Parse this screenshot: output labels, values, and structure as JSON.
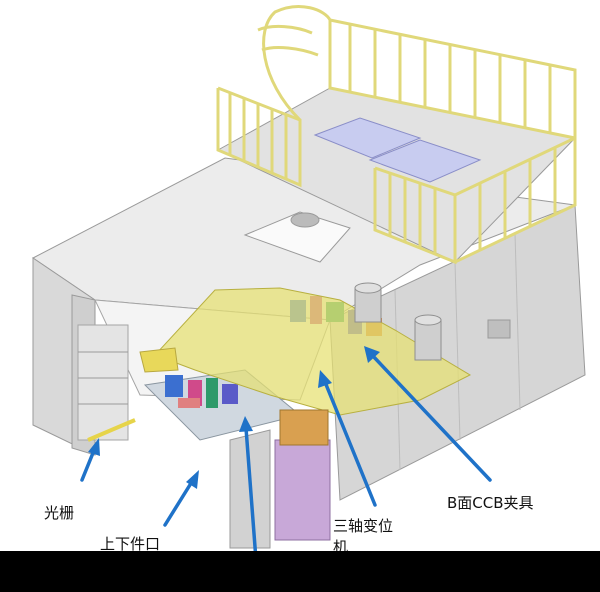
{
  "labels": {
    "grating": "光栅",
    "loading_port": "上下件口",
    "positioner_line1": "三轴变位",
    "positioner_line2": "机",
    "fixture": "B面CCB夹具"
  },
  "colors": {
    "enclosure": "#dcdcdc",
    "railing": "#f0eca2",
    "machine_yellow": "#e6e070",
    "arrow_blue": "#1f72c8",
    "door_purple": "#c8a8d8",
    "background": "#ffffff",
    "bottom_bar": "#000000"
  }
}
